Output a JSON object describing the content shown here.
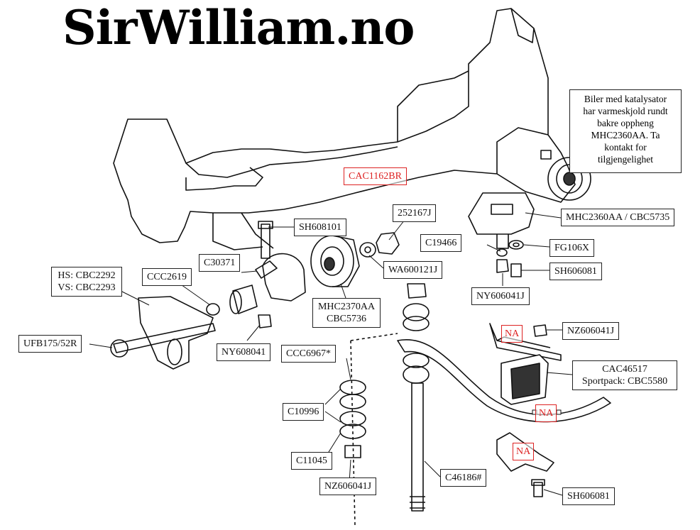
{
  "brand": {
    "title": "SirWilliam.no"
  },
  "note": {
    "lines": [
      "Biler med katalysator",
      "har varmeskjold rundt",
      "bakre oppheng",
      "MHC2360AA. Ta",
      "kontakt for",
      "tilgjengelighet"
    ]
  },
  "labels": {
    "cac1162br": "CAC1162BR",
    "sh608101": "SH608101",
    "p252167j": "252167J",
    "mhc2360aa": "MHC2360AA / CBC5735",
    "c19466": "C19466",
    "fg106x": "FG106X",
    "sh606081_a": "SH606081",
    "c30371": "C30371",
    "wa600121j": "WA600121J",
    "ny606041j": "NY606041J",
    "hs_vs_line1": "HS: CBC2292",
    "hs_vs_line2": "VS: CBC2293",
    "ccc2619": "CCC2619",
    "mhc2370aa_line1": "MHC2370AA",
    "mhc2370aa_line2": "CBC5736",
    "nz606041j_a": "NZ606041J",
    "ufb175": "UFB175/52R",
    "ny608041": "NY608041",
    "ccc6967": "CCC6967*",
    "cac46517_line1": "CAC46517",
    "cac46517_line2": "Sportpack: CBC5580",
    "c10996": "C10996",
    "c11045": "C11045",
    "c46186": "C46186#",
    "nz606041j_b": "NZ606041J",
    "sh606081_b": "SH606081",
    "na": "NA"
  },
  "colors": {
    "na_red": "#dd2222",
    "line": "#111111",
    "shade": "#333333"
  }
}
